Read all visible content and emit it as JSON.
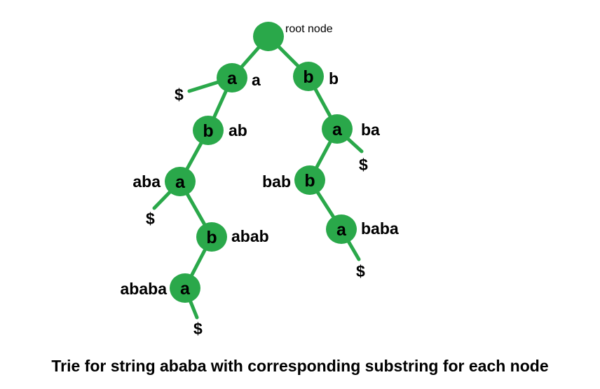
{
  "root_label": "root node",
  "caption": "Trie for string ababa with corresponding substring for each node",
  "terminal_symbol": "$",
  "node_color": "#2aa84a",
  "nodes": [
    {
      "id": "root",
      "char": "",
      "substring": ""
    },
    {
      "id": "a1",
      "char": "a",
      "substring": "a"
    },
    {
      "id": "b1",
      "char": "b",
      "substring": "ab"
    },
    {
      "id": "a2",
      "char": "a",
      "substring": "aba"
    },
    {
      "id": "b2",
      "char": "b",
      "substring": "abab"
    },
    {
      "id": "a3",
      "char": "a",
      "substring": "ababa"
    },
    {
      "id": "B1",
      "char": "b",
      "substring": "b"
    },
    {
      "id": "A1",
      "char": "a",
      "substring": "ba"
    },
    {
      "id": "B2",
      "char": "b",
      "substring": "bab"
    },
    {
      "id": "A2",
      "char": "a",
      "substring": "baba"
    }
  ]
}
